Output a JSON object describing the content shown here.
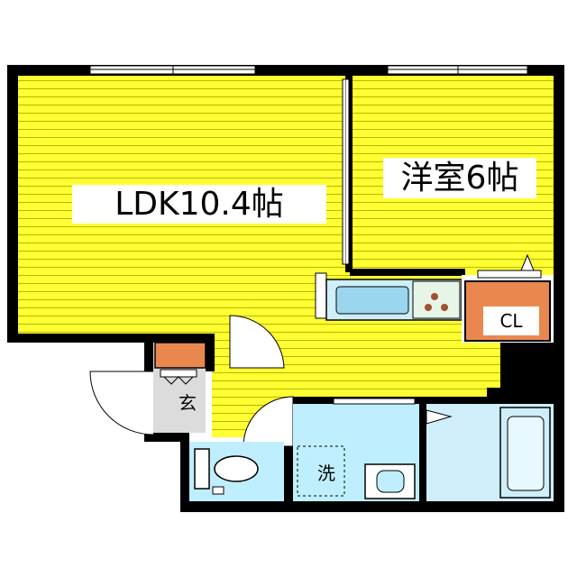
{
  "rooms": {
    "ldk": "LDK10.4帖",
    "bedroom": "洋室6帖",
    "closet": "CL",
    "entrance": "玄",
    "washroom": "洗"
  },
  "colors": {
    "floor_yellow": "#ffff33",
    "floor_line": "#b8b800",
    "wet_area_blue": "#bfefff",
    "closet_orange": "#e9884e",
    "wall": "#000000",
    "entrance_gray": "#dcdcdc"
  },
  "icons": [
    "kitchen-sink-icon",
    "stove-burner-icon",
    "toilet-icon",
    "washing-machine-icon",
    "bathtub-icon",
    "door-swing-icon",
    "window-icon"
  ]
}
